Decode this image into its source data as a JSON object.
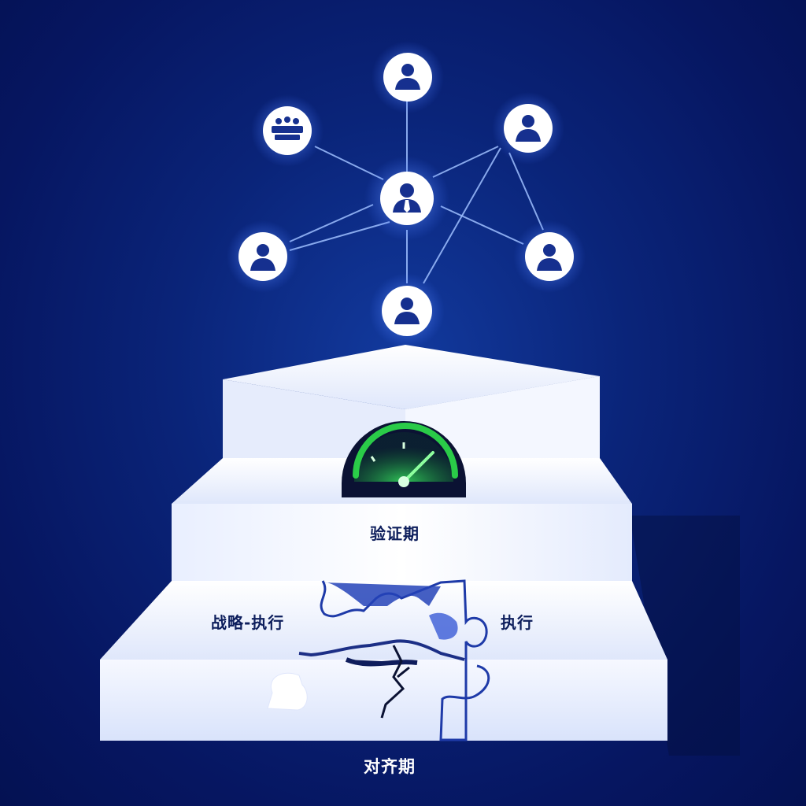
{
  "labels": {
    "verification_stage": "验证期",
    "strategy_execution": "战略-执行",
    "execution": "执行",
    "alignment_stage": "对齐期"
  },
  "network": {
    "nodes": [
      {
        "id": "top",
        "icon": "person-icon"
      },
      {
        "id": "top-left",
        "icon": "team-icon"
      },
      {
        "id": "top-right",
        "icon": "person-icon"
      },
      {
        "id": "center",
        "icon": "person-tie-icon"
      },
      {
        "id": "left",
        "icon": "person-icon"
      },
      {
        "id": "right",
        "icon": "person-icon"
      },
      {
        "id": "bottom",
        "icon": "person-icon"
      }
    ]
  },
  "gauge": {
    "icon": "gauge-icon",
    "color": "#2ee04a"
  },
  "colors": {
    "background": "#0a2479",
    "node_fill": "#ffffff",
    "icon": "#16308f",
    "step": "#eef2fd",
    "label": "#0d1e5c"
  }
}
